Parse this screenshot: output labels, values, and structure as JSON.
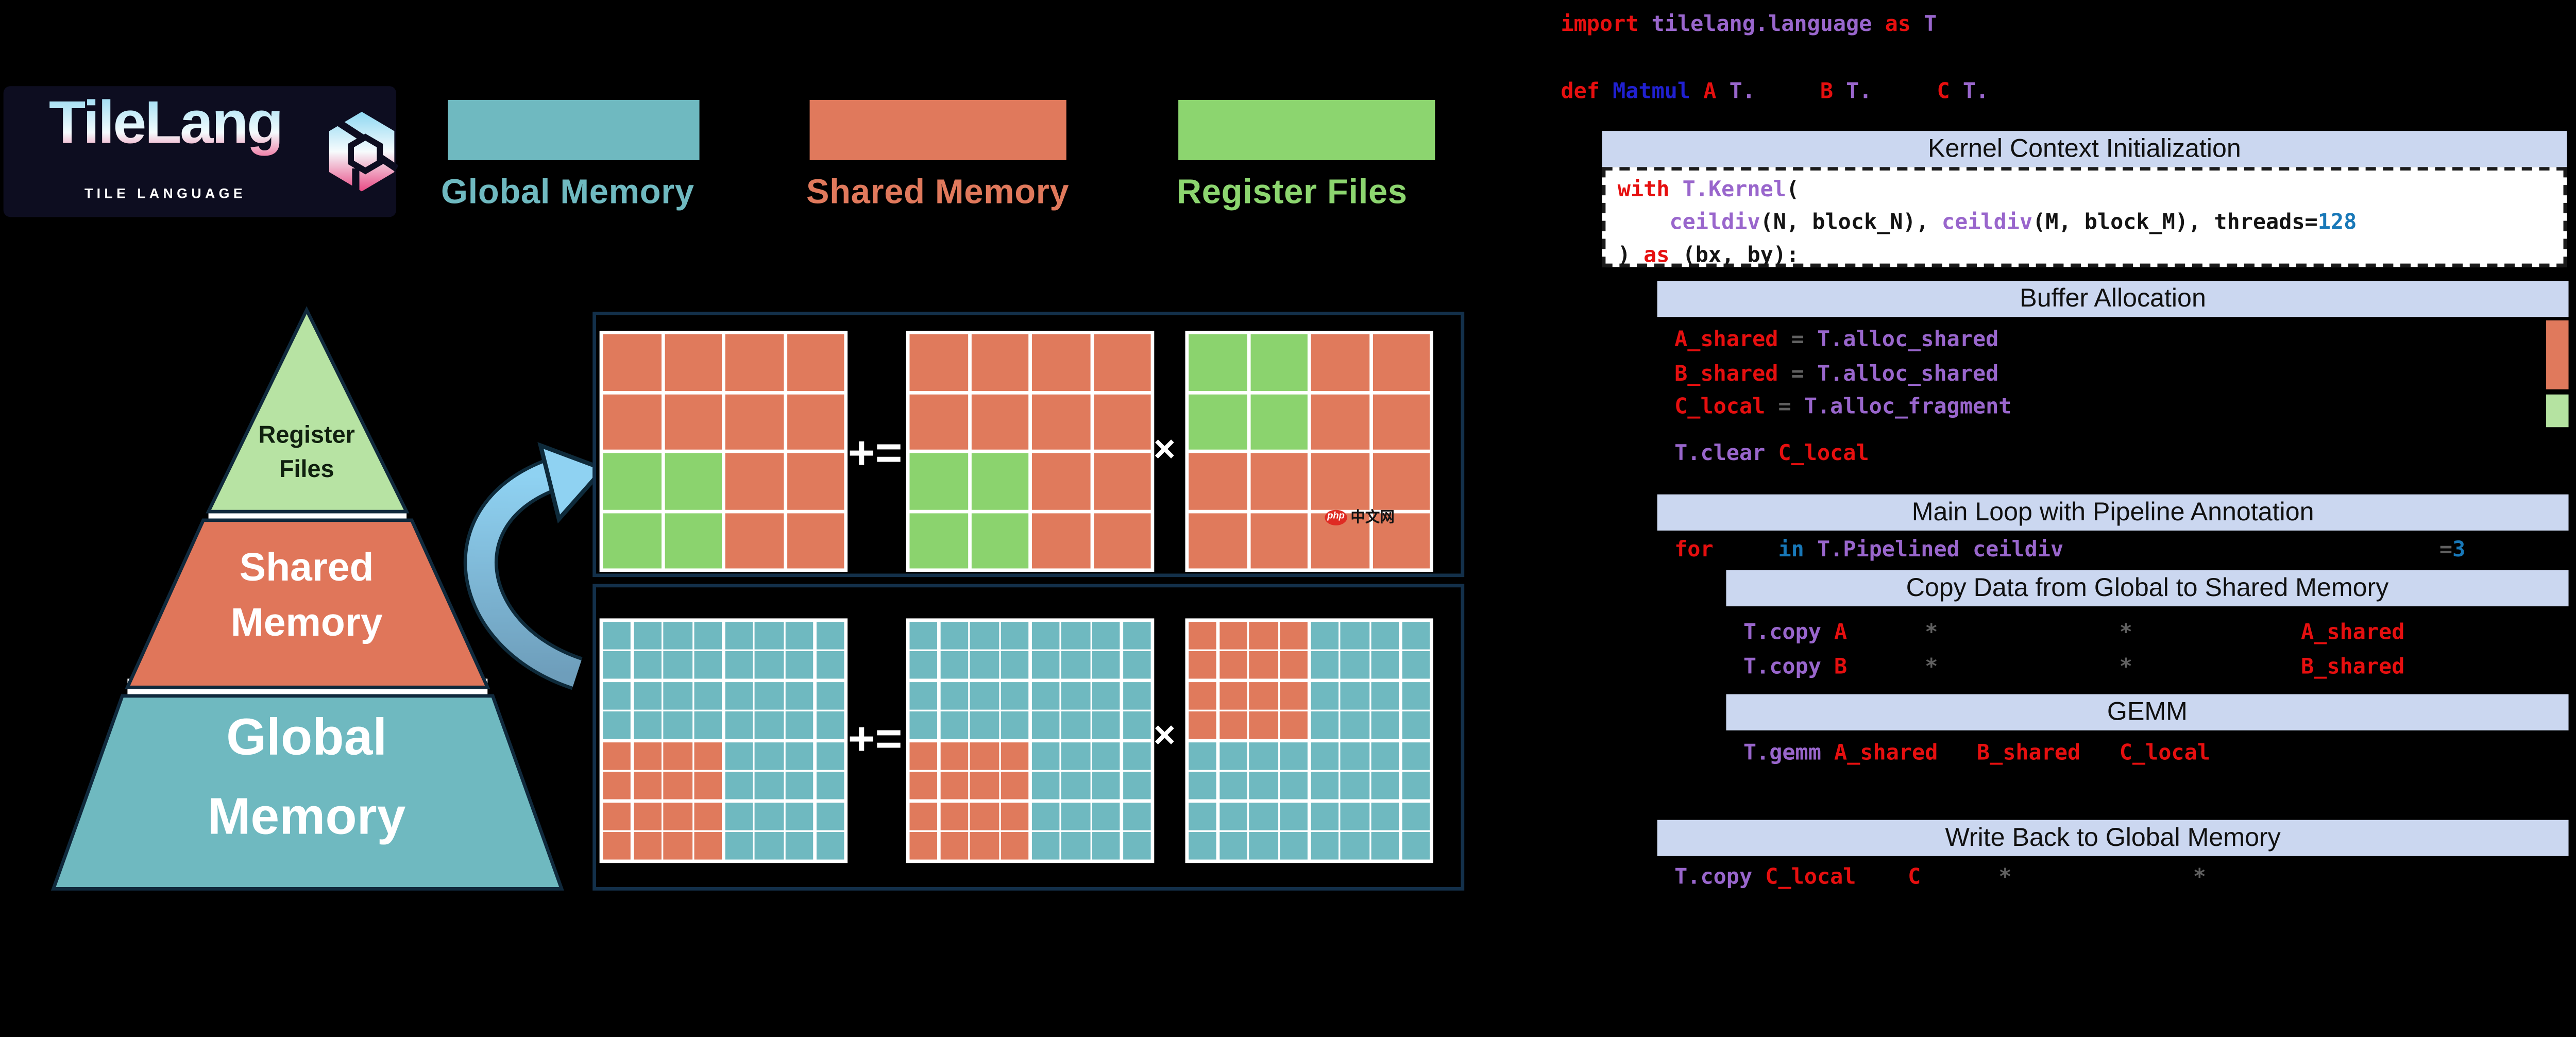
{
  "page": {
    "background": "#000000"
  },
  "logo": {
    "title": "TileLang",
    "subtitle": "TILE LANGUAGE",
    "box_color": "#0D0D20",
    "gradient_top": "#8ED8F2",
    "gradient_bottom": "#E84A84"
  },
  "legend": {
    "items": [
      {
        "label": "Global Memory",
        "color": "#6FB9C0"
      },
      {
        "label": "Shared Memory",
        "color": "#E0795C"
      },
      {
        "label": "Register Files",
        "color": "#8CD56F"
      }
    ]
  },
  "pyramid": {
    "levels": [
      {
        "label": "Register\nFiles",
        "color": "#B7E3A3",
        "text_color": "#10200F"
      },
      {
        "label": "Shared\nMemory",
        "color": "#E0765A",
        "text_color": "#FFFFFF"
      },
      {
        "label": "Global\nMemory",
        "color": "#6FB9C0",
        "text_color": "#FFFFFF"
      }
    ]
  },
  "arrow": {
    "light": "#8FD2F2",
    "dark": "#6E9EBB",
    "outline": "#0E2A3A"
  },
  "diagram": {
    "colors": {
      "S": "#E07A5C",
      "G": "#8BD36E",
      "T": "#6FB9C0"
    },
    "ops": [
      "+=",
      "×"
    ],
    "top": [
      {
        "grid": [
          "SSSS",
          "SSSS",
          "GGSS",
          "GGSS"
        ]
      },
      {
        "grid": [
          "SSSS",
          "SSSS",
          "GGSS",
          "GGSS"
        ]
      },
      {
        "grid": [
          "GGSS",
          "GGSS",
          "SSSS",
          "SSSS"
        ]
      }
    ],
    "bottom": [
      {
        "grid": [
          "TTTTTTTT",
          "TTTTTTTT",
          "TTTTTTTT",
          "TTTTTTTT",
          "SSSSTTTT",
          "SSSSTTTT",
          "SSSSTTTT",
          "SSSSTTTT"
        ]
      },
      {
        "grid": [
          "TTTTTTTT",
          "TTTTTTTT",
          "TTTTTTTT",
          "TTTTTTTT",
          "SSSSTTTT",
          "SSSSTTTT",
          "SSSSTTTT",
          "SSSSTTTT"
        ]
      },
      {
        "grid": [
          "SSSSTTTT",
          "SSSSTTTT",
          "SSSSTTTT",
          "SSSSTTTT",
          "TTTTTTTT",
          "TTTTTTTT",
          "TTTTTTTT",
          "TTTTTTTT"
        ]
      }
    ]
  },
  "watermark": {
    "badge": "php",
    "text": "中文网"
  },
  "code": {
    "accent": {
      "bar_bg": "#CBD7F0"
    },
    "headers": {
      "kernel": "Kernel Context Initialization",
      "buffer": "Buffer Allocation",
      "main": "Main Loop with Pipeline Annotation",
      "copy": "Copy Data from Global to Shared Memory",
      "gemm": "GEMM",
      "write": "Write Back to Global Memory"
    },
    "side_bars": [
      {
        "color": "#E0795C"
      },
      {
        "color": "#B5E3A1"
      }
    ],
    "lines": {
      "import_line": [
        [
          "import ",
          "red"
        ],
        [
          "tilelang.language ",
          "purple"
        ],
        [
          "as ",
          "red"
        ],
        [
          "T",
          "purple"
        ]
      ],
      "def_line": [
        [
          "def ",
          "red"
        ],
        [
          "Matmul ",
          "navy"
        ],
        [
          "A ",
          "red"
        ],
        [
          "T.",
          "purple"
        ],
        [
          "     ",
          "sp"
        ],
        [
          "B ",
          "red"
        ],
        [
          "T.",
          "purple"
        ],
        [
          "     ",
          "sp"
        ],
        [
          "C ",
          "red"
        ],
        [
          "T.",
          "purple"
        ]
      ],
      "with_line": [
        [
          "with ",
          "red"
        ],
        [
          "T.Kernel",
          "purple"
        ],
        [
          "(",
          "black"
        ]
      ],
      "ceildiv_line": [
        [
          "    ",
          "sp"
        ],
        [
          "ceildiv",
          "purple"
        ],
        [
          "(N, block_N), ",
          "black"
        ],
        [
          "ceildiv",
          "purple"
        ],
        [
          "(M, block_M), threads=",
          "black"
        ],
        [
          "128",
          "blue"
        ]
      ],
      "close_line": [
        [
          ") ",
          "black"
        ],
        [
          "as ",
          "red"
        ],
        [
          "(bx, by):",
          "black"
        ]
      ],
      "alloc_a": [
        [
          "A_shared ",
          "red"
        ],
        [
          "= ",
          "gray"
        ],
        [
          "T.alloc_shared",
          "purple"
        ]
      ],
      "alloc_b": [
        [
          "B_shared ",
          "red"
        ],
        [
          "= ",
          "gray"
        ],
        [
          "T.alloc_shared",
          "purple"
        ]
      ],
      "alloc_c": [
        [
          "C_local ",
          "red"
        ],
        [
          "= ",
          "gray"
        ],
        [
          "T.alloc_fragment",
          "purple"
        ]
      ],
      "clear_line": [
        [
          "T.clear ",
          "purple"
        ],
        [
          "C_local",
          "red"
        ]
      ],
      "for_line": [
        [
          "for",
          "red"
        ],
        [
          "     ",
          "sp"
        ],
        [
          "in ",
          "blue"
        ],
        [
          "T.Pipelined ",
          "purple"
        ],
        [
          "ceildiv",
          "purple"
        ],
        [
          "                             ",
          "sp"
        ],
        [
          "=",
          "gray"
        ],
        [
          "3",
          "blue"
        ]
      ],
      "copy_a": [
        [
          "T.copy ",
          "purple"
        ],
        [
          "A",
          "red"
        ],
        [
          "      ",
          "sp"
        ],
        [
          "*",
          "gray"
        ],
        [
          "              ",
          "sp"
        ],
        [
          "*",
          "gray"
        ],
        [
          "             ",
          "sp"
        ],
        [
          "A_shared",
          "red"
        ]
      ],
      "copy_b": [
        [
          "T.copy ",
          "purple"
        ],
        [
          "B",
          "red"
        ],
        [
          "      ",
          "sp"
        ],
        [
          "*",
          "gray"
        ],
        [
          "              ",
          "sp"
        ],
        [
          "*",
          "gray"
        ],
        [
          "             ",
          "sp"
        ],
        [
          "B_shared",
          "red"
        ]
      ],
      "gemm_line": [
        [
          "T.gemm ",
          "purple"
        ],
        [
          "A_shared",
          "red"
        ],
        [
          "   ",
          "sp"
        ],
        [
          "B_shared",
          "red"
        ],
        [
          "   ",
          "sp"
        ],
        [
          "C_local",
          "red"
        ]
      ],
      "write_line": [
        [
          "T.copy ",
          "purple"
        ],
        [
          "C_local",
          "red"
        ],
        [
          "    ",
          "sp"
        ],
        [
          "C",
          "red"
        ],
        [
          "      ",
          "sp"
        ],
        [
          "*",
          "gray"
        ],
        [
          "              ",
          "sp"
        ],
        [
          "*",
          "gray"
        ]
      ]
    }
  }
}
